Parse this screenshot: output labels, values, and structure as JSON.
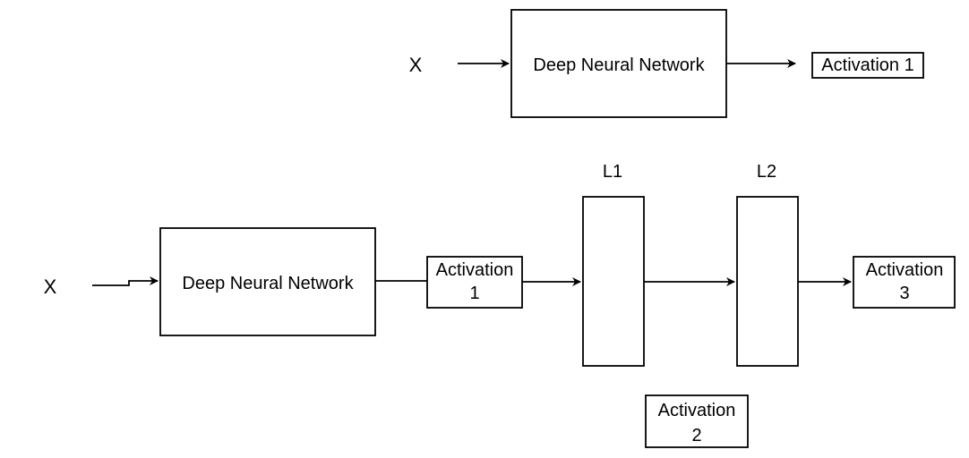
{
  "top_row": {
    "input_label": "X",
    "network_label": "Deep Neural Network",
    "output_label": "Activation 1"
  },
  "bottom_row": {
    "input_label": "X",
    "network_label": "Deep Neural Network",
    "activation1": [
      "Activation",
      "1"
    ],
    "layer1_label": "L1",
    "layer2_label": "L2",
    "activation2": [
      "Activation",
      "2"
    ],
    "activation3": [
      "Activation",
      "3"
    ]
  },
  "colors": {
    "stroke": "#000000",
    "background": "#ffffff"
  }
}
